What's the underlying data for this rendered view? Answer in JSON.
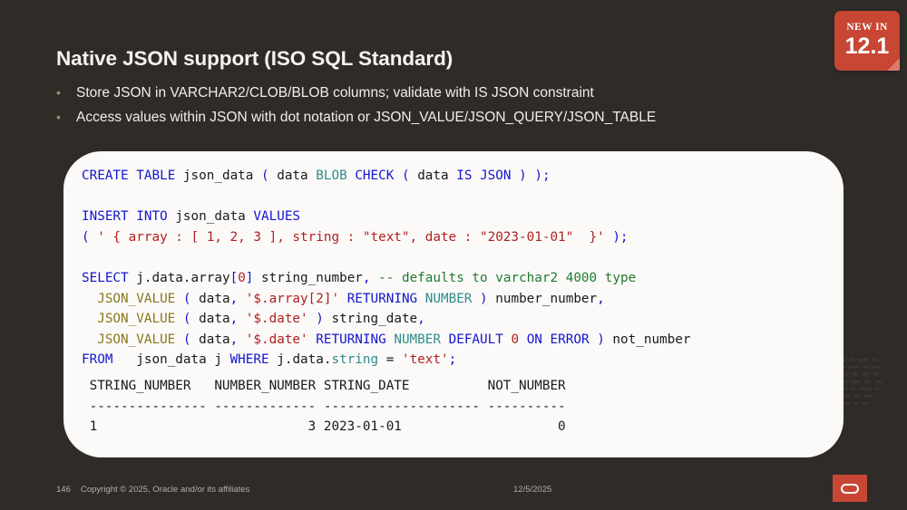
{
  "badge": {
    "label": "NEW IN",
    "version": "12.1",
    "color": "#c74634"
  },
  "slide": {
    "title": "Native JSON support (ISO SQL Standard)",
    "bullets": [
      "Store JSON in VARCHAR2/CLOB/BLOB columns; validate with IS JSON constraint",
      "Access values within JSON with dot notation or JSON_VALUE/JSON_QUERY/JSON_TABLE"
    ],
    "bullet_marker": "•"
  },
  "code": {
    "language": "sql",
    "lines": [
      "CREATE TABLE json_data ( data BLOB CHECK ( data IS JSON ) );",
      "",
      "INSERT INTO json_data VALUES",
      "( ' { array : [ 1, 2, 3 ], string : \"text\", date : \"2023-01-01\"  }' );",
      "",
      "SELECT j.data.array[0] string_number, -- defaults to varchar2 4000 type",
      "  JSON_VALUE ( data, '$.array[2]' RETURNING NUMBER ) number_number,",
      "  JSON_VALUE ( data, '$.date' ) string_date,",
      "  JSON_VALUE ( data, '$.date' RETURNING NUMBER DEFAULT 0 ON ERROR ) not_number",
      "FROM   json_data j WHERE j.data.string = 'text';"
    ],
    "colors": {
      "keyword": "#1515d0",
      "datatype": "#2e8b8b",
      "string": "#b02020",
      "function": "#8a7820",
      "comment": "#1f7a2e",
      "plain": "#1a1a1a"
    }
  },
  "result": {
    "headers": [
      "STRING_NUMBER",
      "NUMBER_NUMBER",
      "STRING_DATE",
      "NOT_NUMBER"
    ],
    "separator_line": " --------------- ------------- -------------------- ----------",
    "header_line": " STRING_NUMBER   NUMBER_NUMBER STRING_DATE          NOT_NUMBER",
    "row_line": " 1                           3 2023-01-01                    0",
    "rows": [
      {
        "STRING_NUMBER": "1",
        "NUMBER_NUMBER": "3",
        "STRING_DATE": "2023-01-01",
        "NOT_NUMBER": "0"
      }
    ]
  },
  "footer": {
    "page_number": "146",
    "copyright": "Copyright © 2025, Oracle and/or its affiliates",
    "date": "12/5/2025",
    "logo_name": "oracle-logo"
  }
}
